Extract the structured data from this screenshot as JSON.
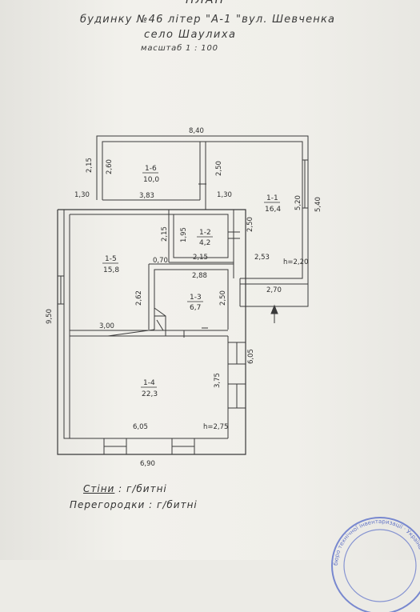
{
  "header": {
    "title": "ПЛАН",
    "line1": "будинку №46 літер \"А-1 \"вул. Шевченка",
    "line2": "село   Шаулиха",
    "line3": "масштаб   1 : 100"
  },
  "dims": {
    "top_total": "8,40",
    "left_ext_h": "2,15",
    "r16_h": "2,60",
    "r16_inner": "3,83",
    "left_step": "1,30",
    "r11_step": "1,30",
    "r16_mid": "2,50",
    "right_total": "5,40",
    "r11_h": "5,20",
    "r12_h": "1,95",
    "r12_ext": "2,50",
    "r15_right": "2,15",
    "r15_small": "0,70",
    "r12_w": "2,15",
    "r11_w": "2,53",
    "r11_height": "h=2,20",
    "r13_w": "2,88",
    "r13_h": "2,50",
    "r15_h": "2,62",
    "porch_w": "2,70",
    "left_total": "9,50",
    "r15_w": "3,00",
    "r14_right": "6,05",
    "r14_h": "3,75",
    "r14_w": "6,05",
    "r14_height": "h=2,75",
    "bottom_total": "6,90"
  },
  "rooms": {
    "r16": {
      "id": "1-6",
      "area": "10,0"
    },
    "r11": {
      "id": "1-1",
      "area": "16,4"
    },
    "r12": {
      "id": "1-2",
      "area": "4,2"
    },
    "r15": {
      "id": "1-5",
      "area": "15,8"
    },
    "r13": {
      "id": "1-3",
      "area": "6,7"
    },
    "r14": {
      "id": "1-4",
      "area": "22,3"
    }
  },
  "legend": {
    "walls_label": "Стіни",
    "walls_value": " :  г/битні",
    "partitions": "Перегородки :  г/битні"
  },
  "stamp": {
    "text": "бюро технічної інвентаризації · Україна · Тячів"
  }
}
